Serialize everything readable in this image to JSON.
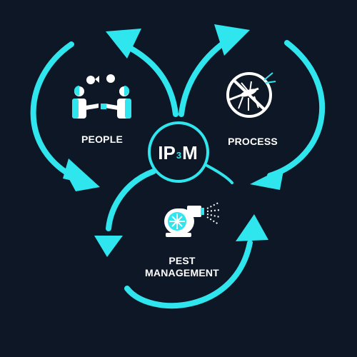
{
  "colors": {
    "background": "#0e1726",
    "accent": "#2fe6ee",
    "text": "#ffffff"
  },
  "center_logo": {
    "prefix": "IP",
    "subscript": "3",
    "suffix": "M"
  },
  "nodes": [
    {
      "key": "people",
      "label": "PEOPLE",
      "icon": "people-meeting-icon"
    },
    {
      "key": "process",
      "label": "PROCESS",
      "icon": "no-mosquito-icon"
    },
    {
      "key": "pest",
      "label_lines": [
        "PEST",
        "MANAGEMENT"
      ],
      "icon": "blower-sprayer-icon"
    }
  ]
}
